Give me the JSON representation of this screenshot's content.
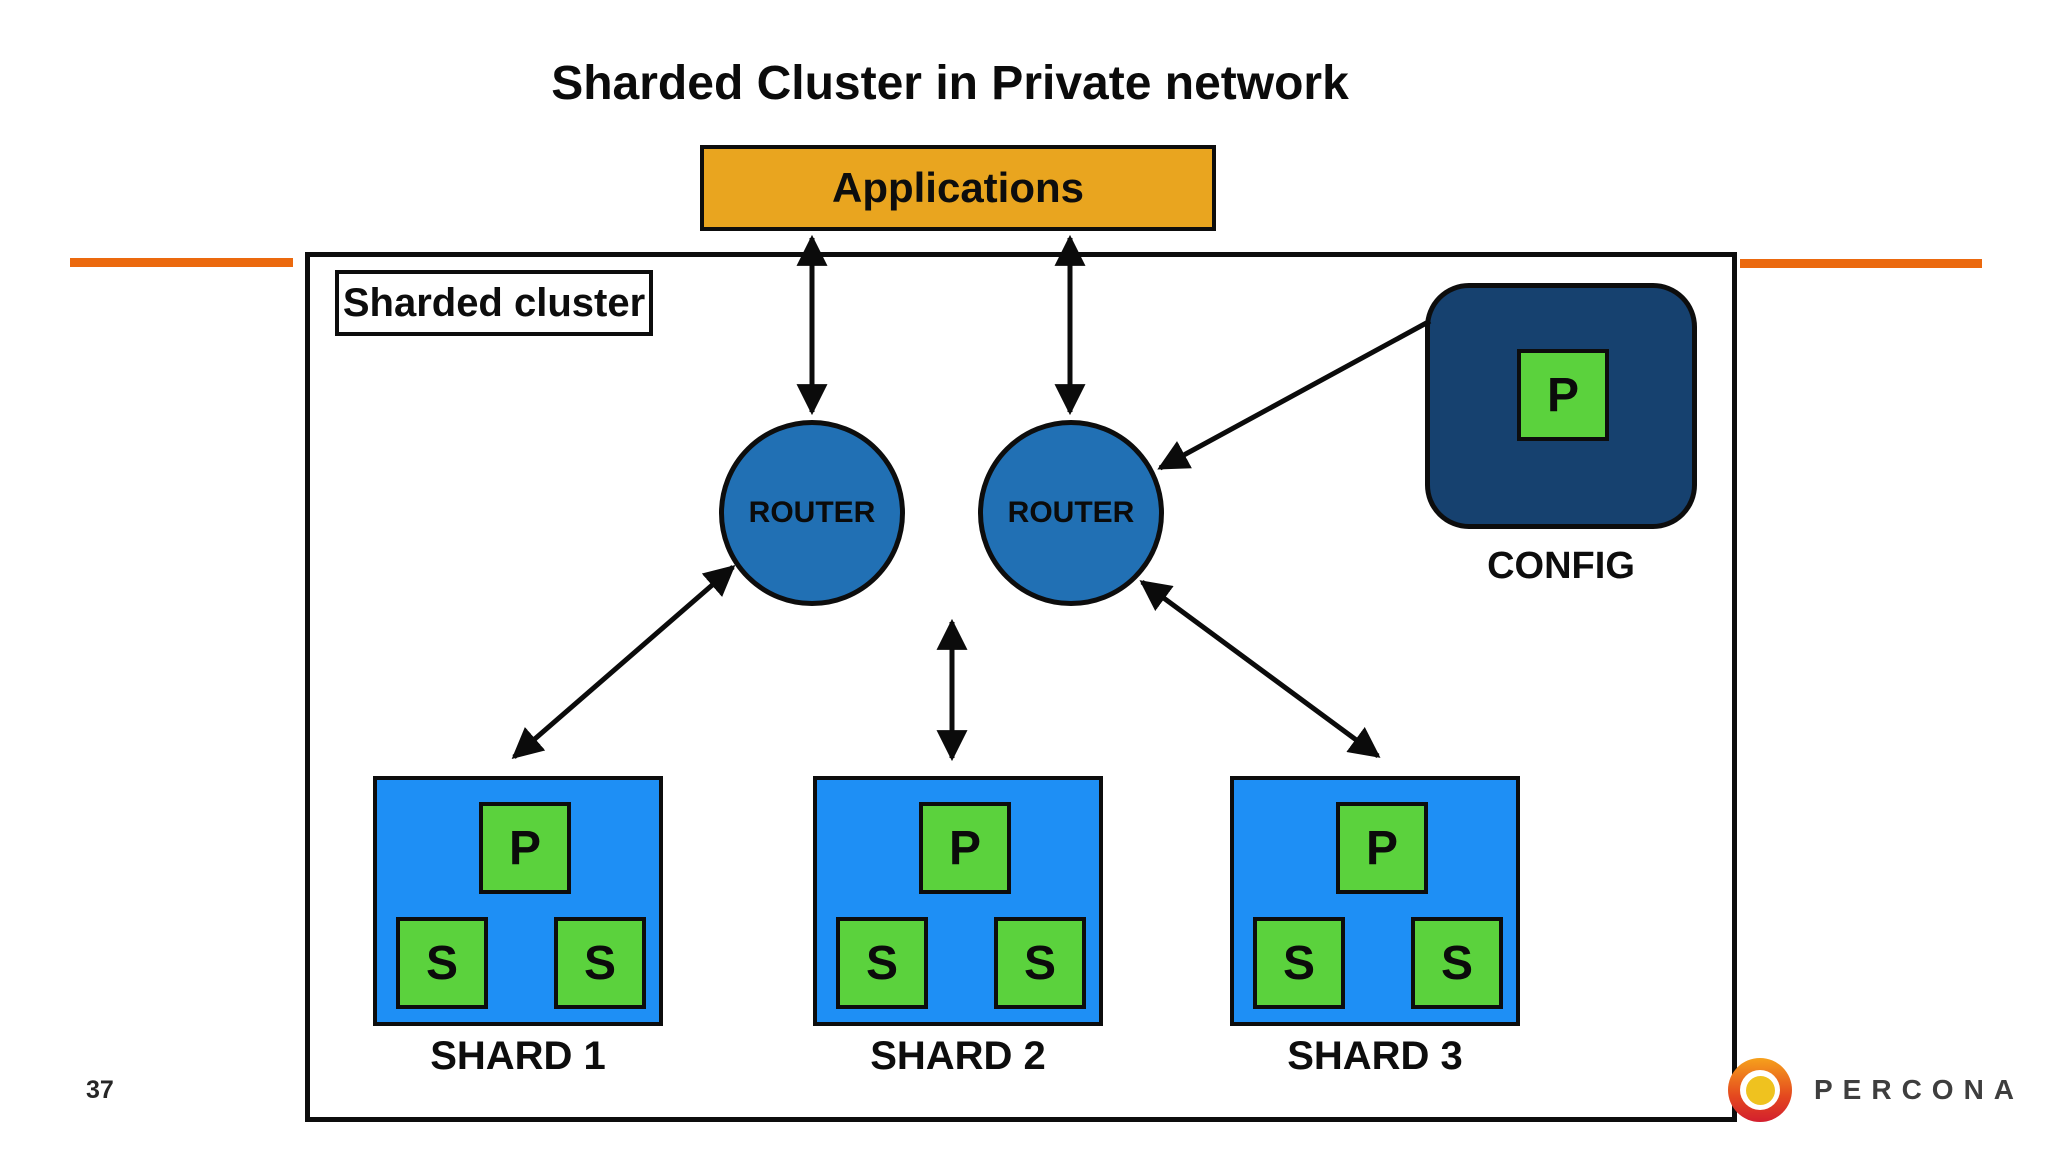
{
  "page": {
    "title": "Sharded Cluster in Private network",
    "page_number": "37"
  },
  "diagram": {
    "applications_label": "Applications",
    "cluster_label": "Sharded cluster",
    "routers": [
      {
        "label": "ROUTER"
      },
      {
        "label": "ROUTER"
      }
    ],
    "config": {
      "label": "CONFIG",
      "primary_label": "P"
    },
    "shards": [
      {
        "label": "SHARD 1",
        "primary_label": "P",
        "secondary_labels": [
          "S",
          "S"
        ]
      },
      {
        "label": "SHARD 2",
        "primary_label": "P",
        "secondary_labels": [
          "S",
          "S"
        ]
      },
      {
        "label": "SHARD 3",
        "primary_label": "P",
        "secondary_labels": [
          "S",
          "S"
        ]
      }
    ],
    "connections": [
      {
        "from": "Applications",
        "to": "Router 1",
        "type": "bidirectional"
      },
      {
        "from": "Applications",
        "to": "Router 2",
        "type": "bidirectional"
      },
      {
        "from": "Router 1",
        "to": "Shard 1",
        "type": "bidirectional"
      },
      {
        "from": "Router 2",
        "to": "Shard 2",
        "type": "bidirectional"
      },
      {
        "from": "Router 2",
        "to": "Shard 3",
        "type": "bidirectional"
      },
      {
        "from": "Config",
        "to": "Router 2",
        "type": "directed"
      }
    ]
  },
  "branding": {
    "logo_text": "PERCONA"
  },
  "colors": {
    "applications_fill": "#E9A51F",
    "router_fill": "#2170B4",
    "config_fill": "#16416F",
    "shard_fill": "#1E8FF5",
    "node_fill": "#5BD23D",
    "accent_line": "#EB690E",
    "outline": "#0D0D0D",
    "logo_ring_top": "#F6A11C",
    "logo_ring_bottom": "#D31F2E",
    "logo_center": "#EFC21F",
    "logo_text_color": "#3E3E3E"
  }
}
